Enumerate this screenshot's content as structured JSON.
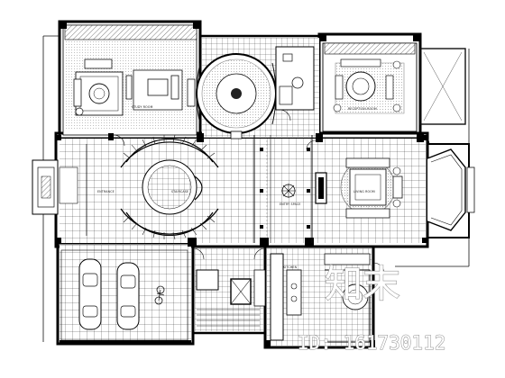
{
  "plan": {
    "rooms": {
      "study": "STUDY ROOM",
      "reception": "RECEPTION ROOM",
      "entrance": "ENTRANCE",
      "staircase": "STAIRCASE",
      "entry_space": "ENTRY SPACE",
      "living": "LIVING ROOM",
      "kitchen": "KITCHEN"
    }
  },
  "watermark": {
    "brand": "知末",
    "id_text": "ID: 161730112"
  },
  "colors": {
    "line": "#111111",
    "wall": "#000000",
    "watermark_stroke": "#9a9a9a"
  }
}
